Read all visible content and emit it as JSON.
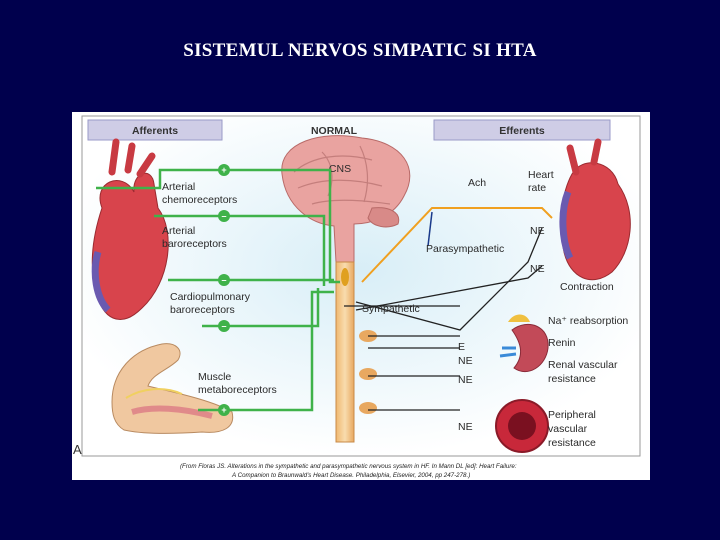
{
  "slide": {
    "title": "SISTEMUL NERVOS SIMPATIC SI HTA"
  },
  "figure": {
    "panel_letter": "A",
    "headers": {
      "afferents": "Afferents",
      "normal": "NORMAL",
      "efferents": "Efferents"
    },
    "cns": "CNS",
    "afferent_labels": {
      "chemo_1": "Arterial",
      "chemo_2": "chemoreceptors",
      "baro_1": "Arterial",
      "baro_2": "baroreceptors",
      "cardio_1": "Cardiopulmonary",
      "cardio_2": "baroreceptors",
      "muscle_1": "Muscle",
      "muscle_2": "metaboreceptors"
    },
    "signs": [
      "+",
      "–",
      "–",
      "–",
      "+"
    ],
    "pathways": {
      "ach": "Ach",
      "parasympathetic": "Parasympathetic",
      "sympathetic": "Sympathetic"
    },
    "transmitters": {
      "ne_heart_1": "NE",
      "ne_heart_2": "NE",
      "e": "E",
      "ne_1": "NE",
      "ne_2": "NE",
      "ne_3": "NE"
    },
    "targets": {
      "heart_rate_1": "Heart",
      "heart_rate_2": "rate",
      "contraction": "Contraction",
      "na_reabsorption": "Na⁺ reabsorption",
      "renin": "Renin",
      "renal_1": "Renal vascular",
      "renal_2": "resistance",
      "peripheral_1": "Peripheral",
      "peripheral_2": "vascular",
      "peripheral_3": "resistance"
    },
    "citation_1": "(From Floras JS. Alterations in the sympathetic and parasympathetic nervous system in HF. In Mann DL [ed]: Heart Failure:",
    "citation_2": "A Companion to Braunwald's Heart Disease. Philadelphia, Elsevier, 2004, pp 247-278.)"
  },
  "colors": {
    "background": "#00004d",
    "header_box": "#cfcde6",
    "afferent_line": "#3fb24a",
    "efferent_line": "#222222",
    "heart": "#d8444c",
    "brain": "#e9a3a0"
  }
}
